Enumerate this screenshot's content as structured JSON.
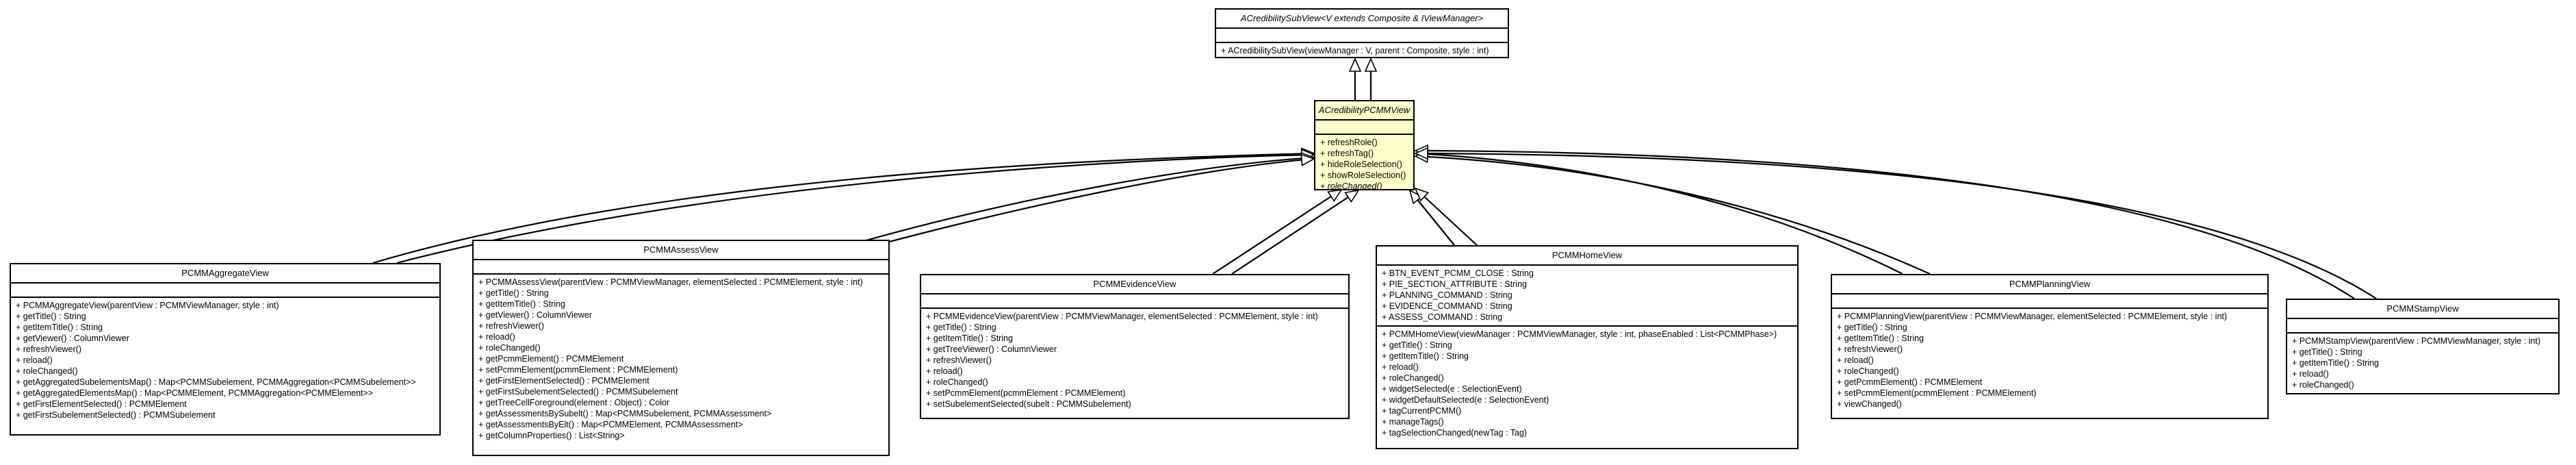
{
  "classes": {
    "acsv": {
      "name": "ACredibilitySubView<V extends Composite & IViewManager>",
      "attributes": [],
      "operations": [
        "+ ACredibilitySubView(viewManager : V, parent : Composite, style : int)"
      ]
    },
    "apcmm": {
      "name": "ACredibilityPCMMView",
      "attributes": [],
      "operations": [
        "+ refreshRole()",
        "+ refreshTag()",
        "+ hideRoleSelection()",
        "+ showRoleSelection()",
        "+ roleChanged()"
      ]
    },
    "agg": {
      "name": "PCMMAggregateView",
      "attributes": [],
      "operations": [
        "+ PCMMAggregateView(parentView : PCMMViewManager, style : int)",
        "+ getTitle() : String",
        "+ getItemTitle() : String",
        "+ getViewer() : ColumnViewer",
        "+ refreshViewer()",
        "+ reload()",
        "+ roleChanged()",
        "+ getAggregatedSubelementsMap() : Map<PCMMSubelement, PCMMAggregation<PCMMSubelement>>",
        "+ getAggregatedElementsMap() : Map<PCMMElement, PCMMAggregation<PCMMElement>>",
        "+ getFirstElementSelected() : PCMMElement",
        "+ getFirstSubelementSelected() : PCMMSubelement"
      ]
    },
    "assess": {
      "name": "PCMMAssessView",
      "attributes": [],
      "operations": [
        "+ PCMMAssessView(parentView : PCMMViewManager, elementSelected : PCMMElement, style : int)",
        "+ getTitle() : String",
        "+ getItemTitle() : String",
        "+ getViewer() : ColumnViewer",
        "+ refreshViewer()",
        "+ reload()",
        "+ roleChanged()",
        "+ getPcmmElement() : PCMMElement",
        "+ setPcmmElement(pcmmElement : PCMMElement)",
        "+ getFirstElementSelected() : PCMMElement",
        "+ getFirstSubelementSelected() : PCMMSubelement",
        "+ getTreeCellForeground(element : Object) : Color",
        "+ getAssessmentsBySubelt() : Map<PCMMSubelement, PCMMAssessment>",
        "+ getAssessmentsByElt() : Map<PCMMElement, PCMMAssessment>",
        "+ getColumnProperties() : List<String>"
      ]
    },
    "evidence": {
      "name": "PCMMEvidenceView",
      "attributes": [],
      "operations": [
        "+ PCMMEvidenceView(parentView : PCMMViewManager, elementSelected : PCMMElement, style : int)",
        "+ getTitle() : String",
        "+ getItemTitle() : String",
        "+ getTreeViewer() : ColumnViewer",
        "+ refreshViewer()",
        "+ reload()",
        "+ roleChanged()",
        "+ setPcmmElement(pcmmElement : PCMMElement)",
        "+ setSubelementSelected(subelt : PCMMSubelement)"
      ]
    },
    "home": {
      "name": "PCMMHomeView",
      "attributes": [
        "+ BTN_EVENT_PCMM_CLOSE : String",
        "+ PIE_SECTION_ATTRIBUTE : String",
        "+ PLANNING_COMMAND : String",
        "+ EVIDENCE_COMMAND : String",
        "+ ASSESS_COMMAND : String"
      ],
      "operations": [
        "+ PCMMHomeView(viewManager : PCMMViewManager, style : int, phaseEnabled : List<PCMMPhase>)",
        "+ getTitle() : String",
        "+ getItemTitle() : String",
        "+ reload()",
        "+ roleChanged()",
        "+ widgetSelected(e : SelectionEvent)",
        "+ widgetDefaultSelected(e : SelectionEvent)",
        "+ tagCurrentPCMM()",
        "+ manageTags()",
        "+ tagSelectionChanged(newTag : Tag)"
      ]
    },
    "planning": {
      "name": "PCMMPlanningView",
      "attributes": [],
      "operations": [
        "+ PCMMPlanningView(parentView : PCMMViewManager, elementSelected : PCMMElement, style : int)",
        "+ getTitle() : String",
        "+ getItemTitle() : String",
        "+ refreshViewer()",
        "+ reload()",
        "+ roleChanged()",
        "+ getPcmmElement() : PCMMElement",
        "+ setPcmmElement(pcmmElement : PCMMElement)",
        "+ viewChanged()"
      ]
    },
    "stamp": {
      "name": "PCMMStampView",
      "attributes": [],
      "operations": [
        "+ PCMMStampView(parentView : PCMMViewManager, style : int)",
        "+ getTitle() : String",
        "+ getItemTitle() : String",
        "+ reload()",
        "+ roleChanged()"
      ]
    }
  }
}
